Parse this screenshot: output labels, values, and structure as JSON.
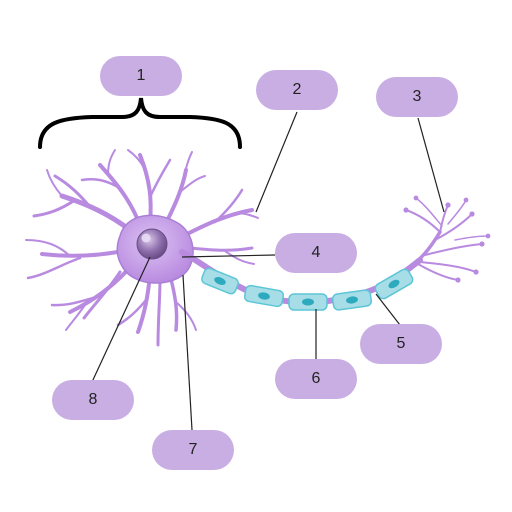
{
  "colors": {
    "label_fill": "#c9aee3",
    "neuron_body": "#b98be0",
    "neuron_dark": "#9a6bc9",
    "nucleus": "#8a6aa8",
    "myelin": "#a7dde6",
    "myelin_edge": "#5cc6d6",
    "myelin_core": "#2eaabf",
    "leader_line": "#222222",
    "bracket": "#000000"
  },
  "labels": [
    {
      "id": "1",
      "text": "1"
    },
    {
      "id": "2",
      "text": "2"
    },
    {
      "id": "3",
      "text": "3"
    },
    {
      "id": "4",
      "text": "4"
    },
    {
      "id": "5",
      "text": "5"
    },
    {
      "id": "6",
      "text": "6"
    },
    {
      "id": "7",
      "text": "7"
    },
    {
      "id": "8",
      "text": "8"
    }
  ]
}
